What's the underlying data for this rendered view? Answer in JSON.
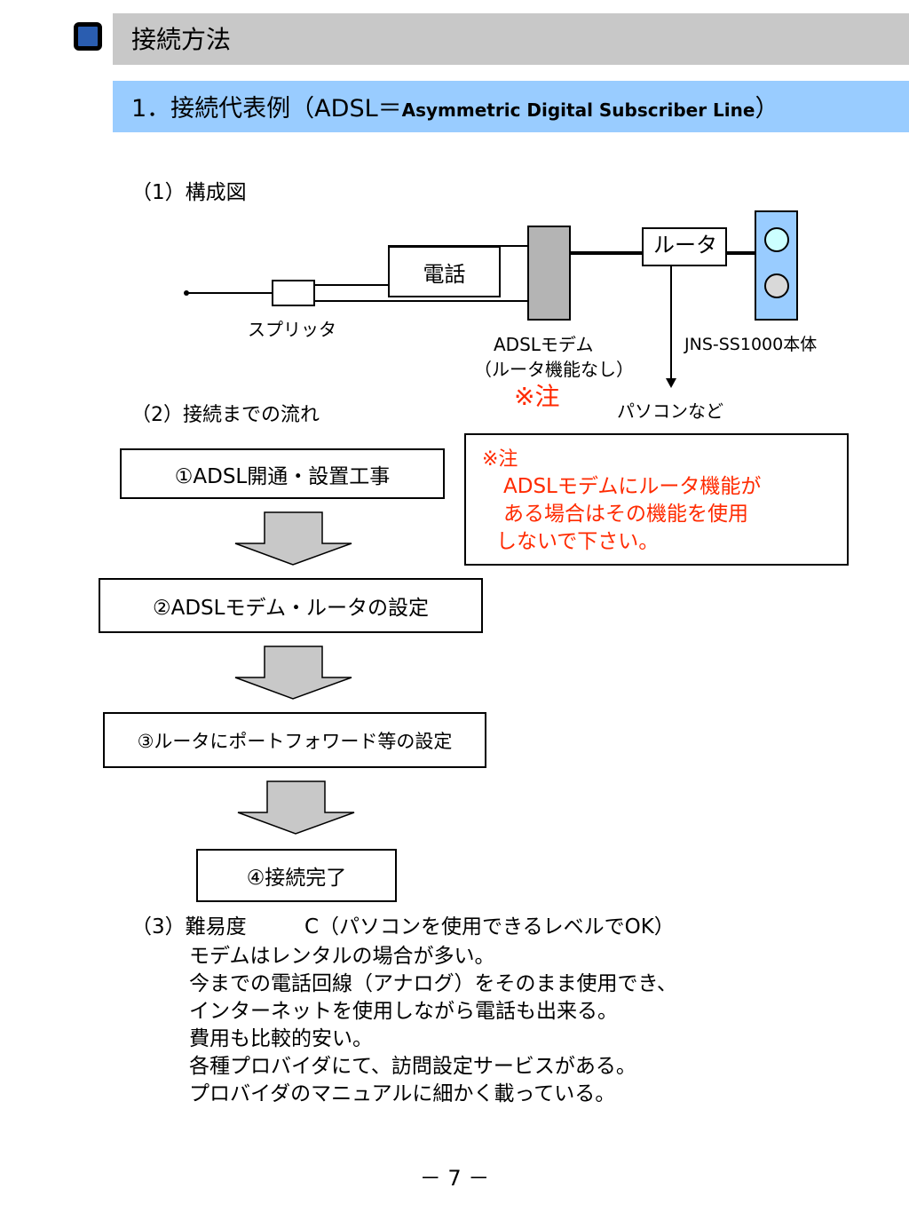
{
  "header": {
    "title": "接続方法"
  },
  "section": {
    "title_main": "1．接続代表例（ADSL＝",
    "title_small": "Asymmetric Digital Subscriber Line",
    "title_end": "）"
  },
  "diagram": {
    "heading": "（1）構成図",
    "phone_label": "電話",
    "splitter_label": "スプリッタ",
    "router_label": "ルータ",
    "modem_label_1": "ADSLモデム",
    "modem_label_2": "（ルータ機能なし）",
    "note_marker": "※注",
    "device_label": "JNS-SS1000本体",
    "pc_label": "パソコンなど"
  },
  "flow": {
    "heading": "（2）接続までの流れ",
    "steps": [
      "①ADSL開通・設置工事",
      "②ADSLモデム・ルータの設定",
      "③ルータにポートフォワード等の設定",
      "④接続完了"
    ]
  },
  "note": {
    "title": "※注",
    "lines": [
      "ADSLモデムにルータ機能が",
      "ある場合はその機能を使用",
      "しないで下さい。"
    ]
  },
  "difficulty": {
    "heading": "（3）難易度",
    "level": "C（パソコンを使用できるレベルでOK）",
    "lines": [
      "モデムはレンタルの場合が多い。",
      "今までの電話回線（アナログ）をそのまま使用でき、",
      "インターネットを使用しながら電話も出来る。",
      "費用も比較的安い。",
      "各種プロバイダにて、訪問設定サービスがある。",
      "プロバイダのマニュアルに細かく載っている。"
    ]
  },
  "footer": {
    "page": "－ 7 －"
  },
  "colors": {
    "header_bg": "#c8c8c8",
    "section_bg": "#99ccff",
    "note_red": "#ff2a00",
    "device_blue": "#99ccff",
    "modem_gray": "#b4b4b4",
    "arrow_gray": "#c8c8c8"
  }
}
